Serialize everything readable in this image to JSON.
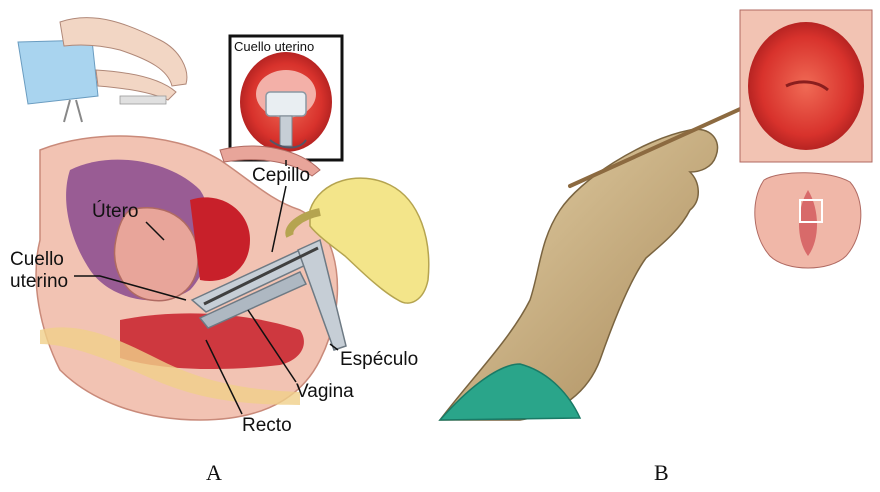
{
  "figure_a": {
    "panel_label": "A",
    "inset_title": "Cuello uterino",
    "labels": {
      "brush": "Cepillo",
      "uterus": "Útero",
      "cervix_line1": "Cuello",
      "cervix_line2": "uterino",
      "speculum": "Espéculo",
      "vagina": "Vagina",
      "rectum": "Recto"
    }
  },
  "figure_b": {
    "panel_label": "B"
  },
  "colors": {
    "tissue_pink": "#e8a59a",
    "muscle_red": "#c8202a",
    "uterus_purple": "#8a4a8e",
    "glove_yellow": "#f3e58a",
    "glove_tan": "#c9ad7e",
    "gown_teal": "#2aa58a",
    "cervix_red": "#e2463a",
    "sheet_blue": "#a9d4ef"
  }
}
